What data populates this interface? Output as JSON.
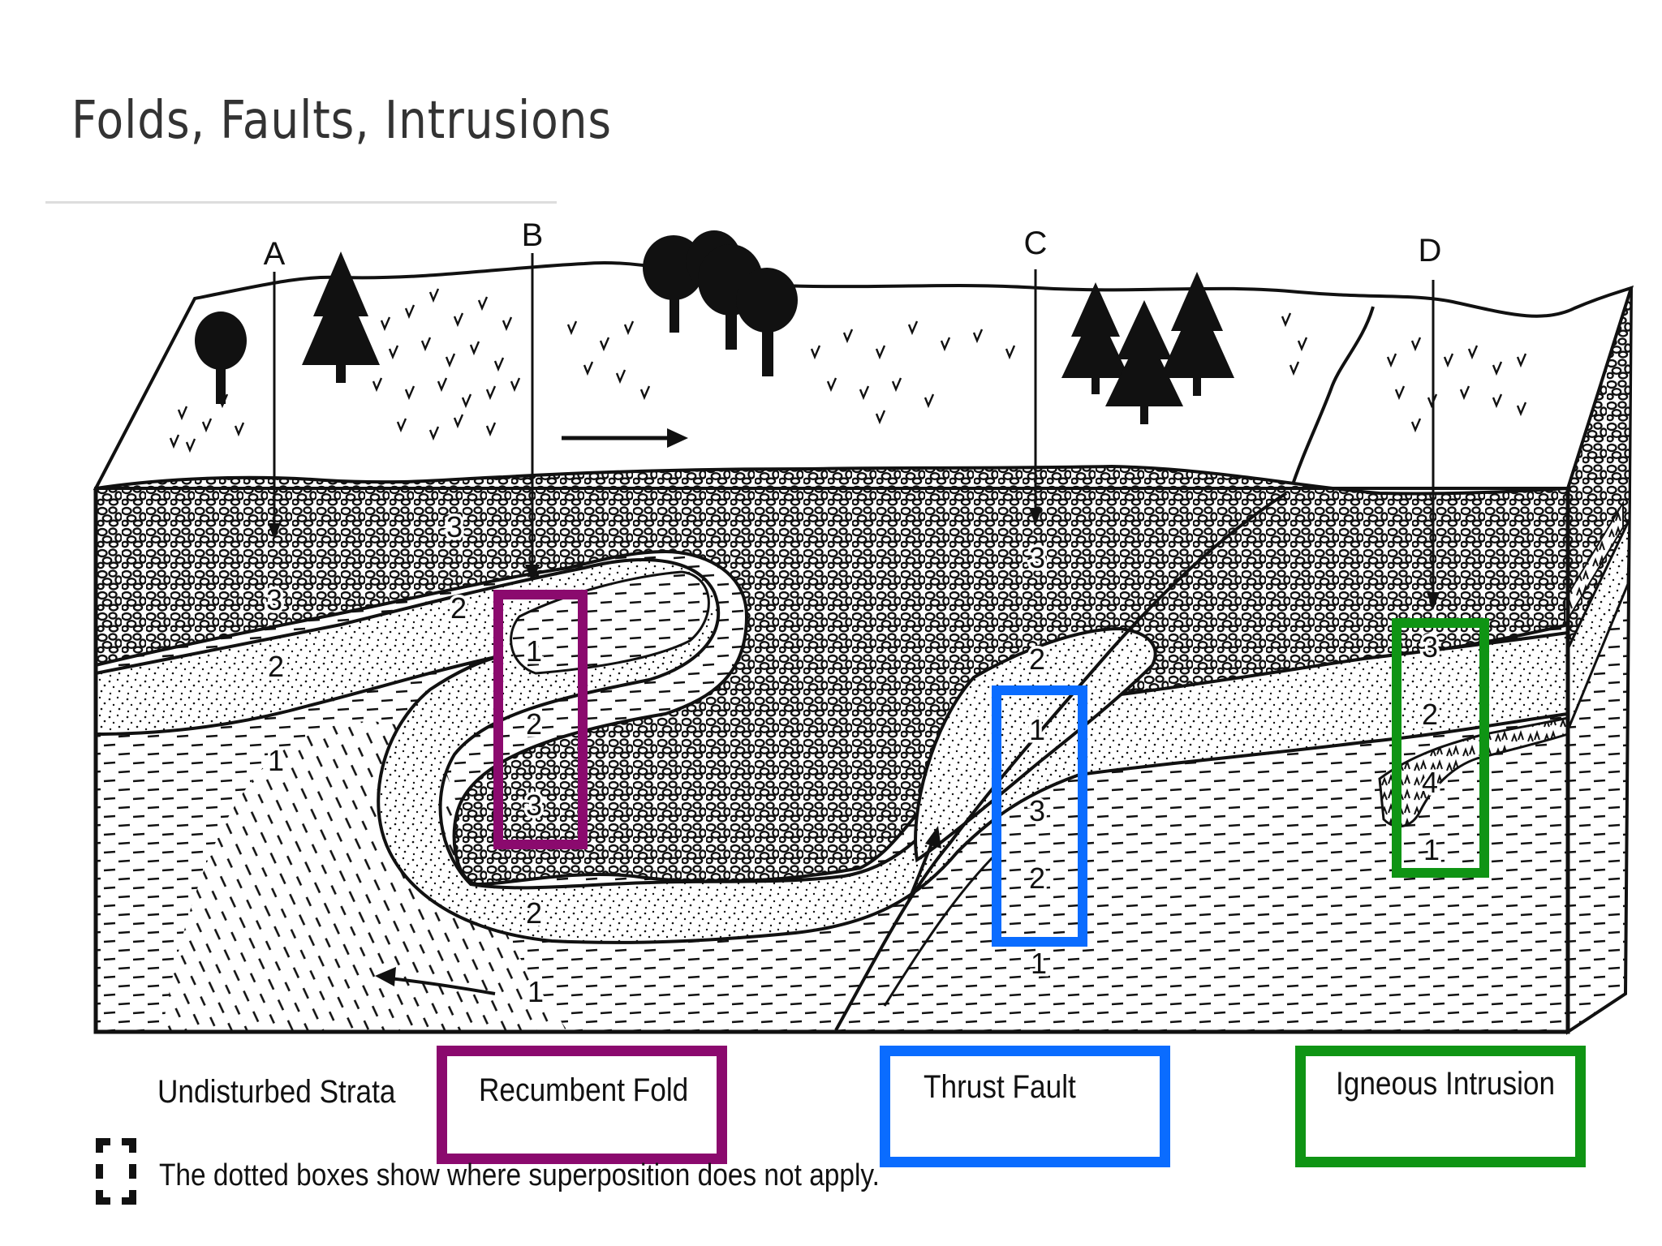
{
  "title": "Folds, Faults, Intrusions",
  "columns": {
    "a": "A",
    "b": "B",
    "c": "C",
    "d": "D"
  },
  "layer_numbers": {
    "n3_a_top": "3",
    "n3_a": "3",
    "n2_a": "2",
    "n1_a": "1",
    "n2_fold_top": "2",
    "n1_box": "1",
    "n2_box": "2",
    "n3_box": "3",
    "n2_fold_bottom": "2",
    "n1_bottom": "1",
    "n3_c": "3",
    "n2_c": "2",
    "n1_thrust": "1",
    "n3_thrust": "3",
    "n2_thrust": "2",
    "n1_thrust_bottom": "1",
    "n3_d": "3",
    "n2_d": "2",
    "n4_d": "4",
    "n1_d": "1"
  },
  "legend": {
    "undisturbed": "Undisturbed Strata",
    "recumbent": "Recumbent Fold",
    "thrust": "Thrust Fault",
    "igneous": "Igneous Intrusion",
    "note": "The dotted boxes show where superposition does not apply."
  },
  "colors": {
    "recumbent_fold": "#8b0a6e",
    "thrust_fault": "#0a6cff",
    "igneous_intrusion": "#0f9414",
    "ink": "#111111"
  },
  "icons": {
    "deciduous_tree": "deciduous-tree-icon",
    "conifer_tree": "conifer-tree-icon",
    "grass": "grass-icon",
    "motion_arrow": "arrow-icon"
  }
}
